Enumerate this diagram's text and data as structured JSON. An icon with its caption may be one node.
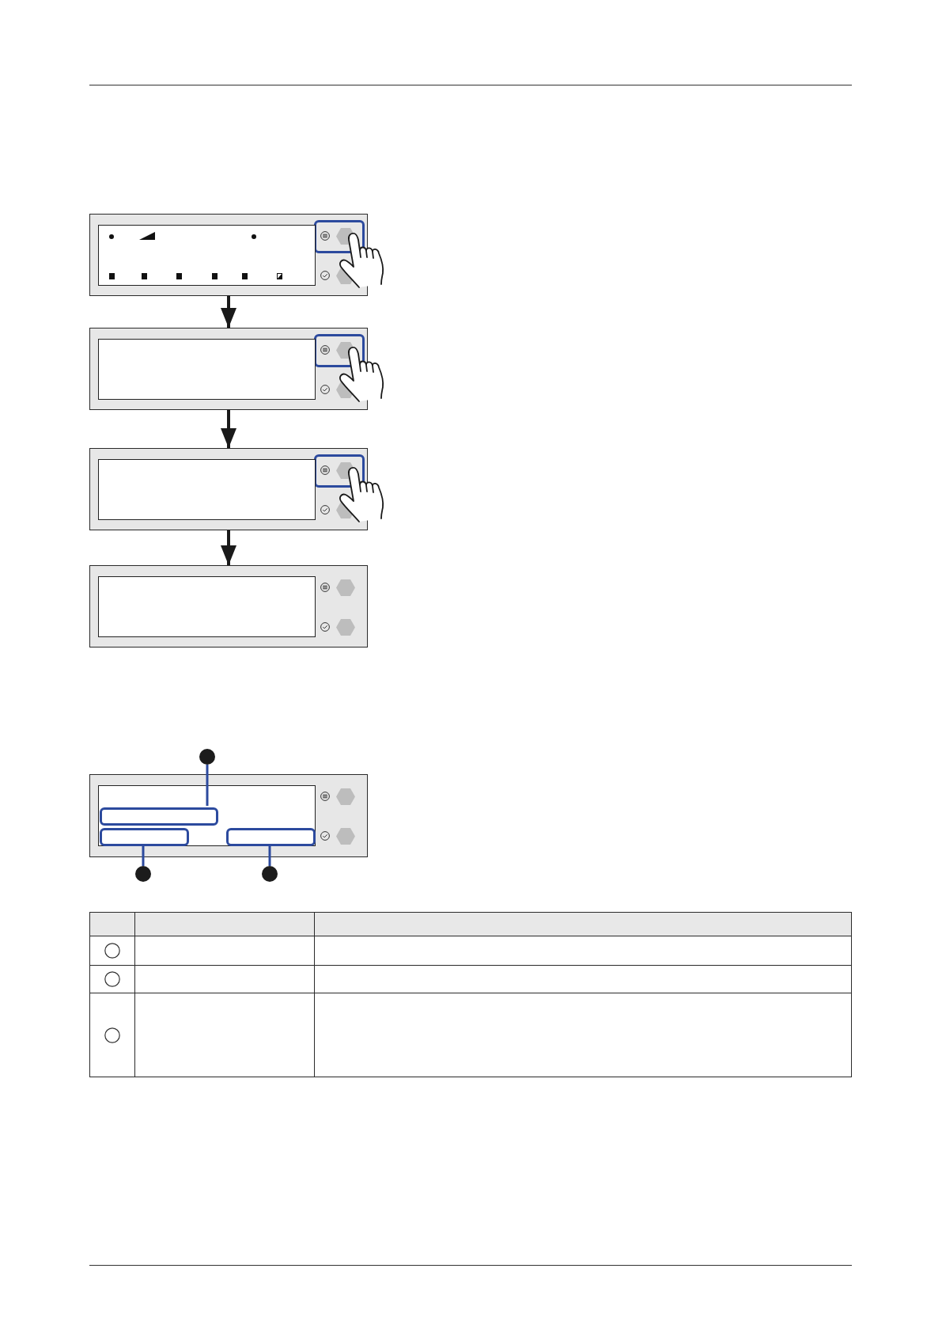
{
  "diagram": {
    "nodes": [
      {
        "text": [],
        "shape": "box"
      },
      {
        "text": [],
        "shape": "box",
        "in": 0
      },
      {
        "text": [],
        "shape": "box"
      },
      {
        "text": [],
        "shape": "box",
        "in": 2
      },
      {
        "text": [],
        "shape": "box"
      },
      {
        "text": [],
        "shape": "box",
        "in": 4
      },
      {
        "text": [],
        "shape": "box"
      },
      {
        "text": [],
        "shape": "box",
        "in": 6
      },
      {
        "text": [],
        "shape": "circle"
      },
      {
        "text": [],
        "shape": "box"
      },
      {
        "text": [],
        "shape": "box",
        "in": 9
      },
      {
        "text": [],
        "shape": "box",
        "in": 10
      },
      {
        "text": [],
        "shape": "box",
        "in": 10
      },
      {
        "text": [],
        "shape": "box",
        "in": 10
      },
      {
        "text": [],
        "shape": "circle"
      },
      {
        "text": [],
        "shape": "circle"
      }
    ],
    "edges": [
      {
        "from": 0,
        "to": 2,
        "arrow": "to"
      },
      {
        "from": 2,
        "to": 4,
        "arrow": "to"
      },
      {
        "from": 4,
        "to": 6,
        "arrow": "to"
      },
      {
        "from": 8,
        "to": 11,
        "arrow": "none",
        "color": "#2c4a9e"
      },
      {
        "from": 14,
        "to": 12,
        "arrow": "none",
        "color": "#2c4a9e"
      },
      {
        "from": 15,
        "to": 13,
        "arrow": "none",
        "color": "#2c4a9e"
      }
    ]
  }
}
